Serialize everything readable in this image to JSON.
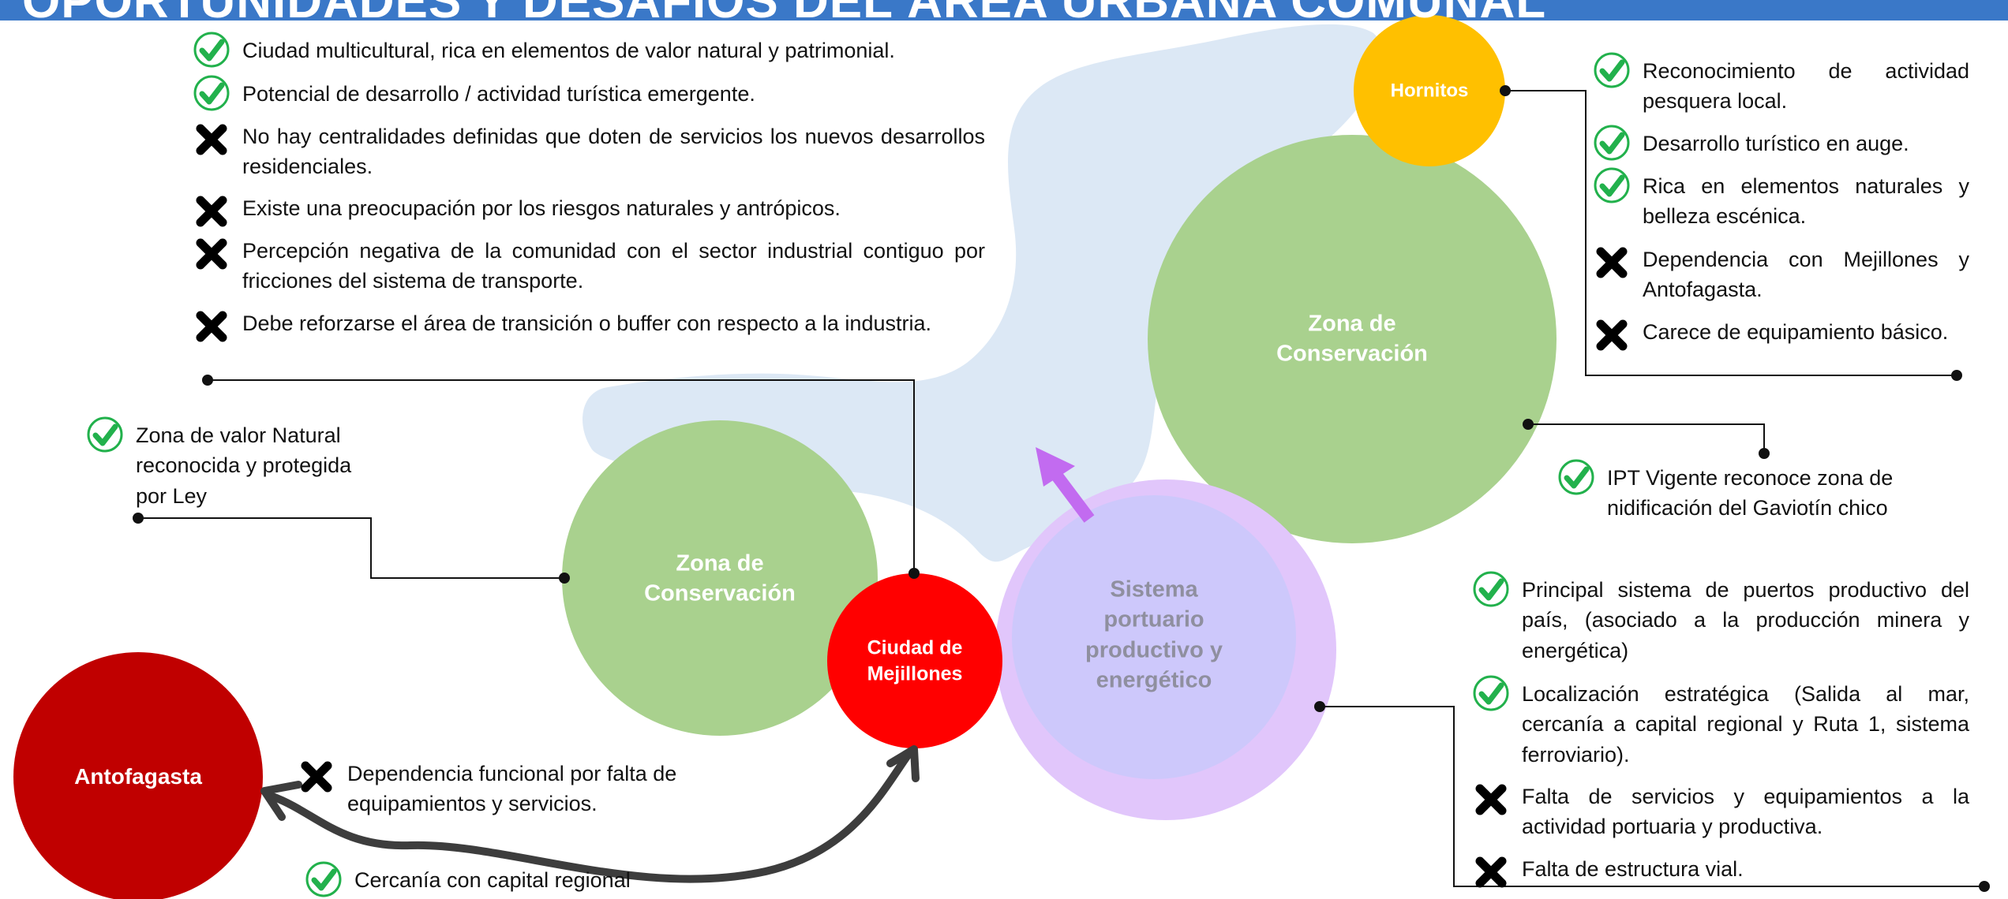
{
  "header": {
    "title": "OPORTUNIDADES Y DESAFIOS DEL ÁREA URBANA COMUNAL",
    "bar_color": "#3a78c8"
  },
  "nodes": {
    "hornitos": {
      "label": "Hornitos",
      "color": "#ffc000"
    },
    "zona_conservacion_norte": {
      "label": "Zona de\nConservación",
      "color": "#a9d18e"
    },
    "zona_conservacion_sur": {
      "label": "Zona de\nConservación",
      "color": "#a9d18e"
    },
    "ciudad_mejillones": {
      "label": "Ciudad de\nMejillones",
      "color": "#ff0000"
    },
    "sistema_portuario": {
      "label": "Sistema\nportuario\nproductivo y\nenergético",
      "color": "#cdc8fb",
      "ring_color": "#e1c6fb",
      "text_color": "#8f8f9f"
    },
    "antofagasta": {
      "label": "Antofagasta",
      "color": "#c00000"
    },
    "bay_color": "#dce8f5",
    "arrow_color": "#c26bf0"
  },
  "legend_icons": {
    "check": "check-icon",
    "cross": "cross-icon",
    "check_color": "#22b14c"
  },
  "groups": {
    "mejillones": [
      {
        "icon": "check",
        "text": "Ciudad multicultural, rica en elementos de valor natural y patrimonial."
      },
      {
        "icon": "check",
        "text": "Potencial de desarrollo / actividad turística emergente."
      },
      {
        "icon": "cross",
        "text": "No hay centralidades definidas que doten de servicios los nuevos desarrollos residenciales."
      },
      {
        "icon": "cross",
        "text": "Existe una preocupación por los riesgos naturales y antrópicos."
      },
      {
        "icon": "cross",
        "text": "Percepción negativa de la comunidad con el sector industrial contiguo por fricciones del sistema de transporte."
      },
      {
        "icon": "cross",
        "text": "Debe reforzarse el área de transición o buffer con respecto a la industria."
      }
    ],
    "hornitos": [
      {
        "icon": "check",
        "text": "Reconocimiento de actividad pesquera local."
      },
      {
        "icon": "check",
        "text": "Desarrollo turístico en auge."
      },
      {
        "icon": "check",
        "text": "Rica en elementos naturales y belleza escénica."
      },
      {
        "icon": "cross",
        "text": "Dependencia con Mejillones y Antofagasta."
      },
      {
        "icon": "cross",
        "text": "Carece de equipamiento básico."
      }
    ],
    "conservacion_norte": [
      {
        "icon": "check",
        "text": "IPT Vigente reconoce zona de nidificación del Gaviotín chico"
      }
    ],
    "conservacion_sur": [
      {
        "icon": "check",
        "text": "Zona de valor Natural reconocida y protegida por Ley"
      }
    ],
    "portuario": [
      {
        "icon": "check",
        "text": "Principal sistema de puertos productivo del país, (asociado a la producción minera y energética)"
      },
      {
        "icon": "check",
        "text": "Localización estratégica (Salida al mar, cercanía a capital regional y Ruta 1, sistema ferroviario)."
      },
      {
        "icon": "cross",
        "text": "Falta de servicios y equipamientos a la actividad portuaria y productiva."
      },
      {
        "icon": "cross",
        "text": "Falta de estructura vial."
      }
    ],
    "antofagasta": [
      {
        "icon": "cross",
        "text": "Dependencia funcional por falta de equipamientos y servicios."
      },
      {
        "icon": "check",
        "text": "Cercanía con capital regional"
      }
    ]
  }
}
